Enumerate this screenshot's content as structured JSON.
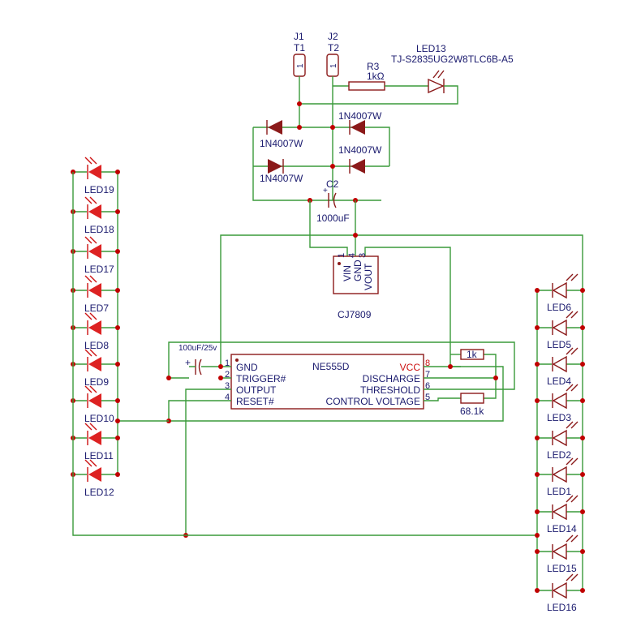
{
  "connectors": [
    {
      "ref": "J1",
      "value": "T1",
      "pin": "1"
    },
    {
      "ref": "J2",
      "value": "T2",
      "pin": "1"
    }
  ],
  "resistors": [
    {
      "ref": "R3",
      "value": "1kΩ"
    },
    {
      "ref": "",
      "value": "1k"
    },
    {
      "ref": "",
      "value": "68.1k"
    }
  ],
  "led13": {
    "ref": "LED13",
    "part": "TJ-S2835UG2W8TLC6B-A5"
  },
  "diodes": [
    "1N4007W",
    "1N4007W",
    "1N4007W",
    "1N4007W"
  ],
  "capacitors": [
    {
      "ref": "C2",
      "value": "1000uF"
    },
    {
      "ref": "",
      "value": "100uF/25v"
    }
  ],
  "regulator": {
    "name": "CJ7809",
    "pins": [
      "VIN",
      "GND",
      "VOUT"
    ],
    "pin_numbers": [
      "1",
      "4",
      "3"
    ]
  },
  "timer": {
    "name": "NE555D",
    "left_pins": [
      {
        "num": "1",
        "label": "GND"
      },
      {
        "num": "2",
        "label": "TRIGGER#"
      },
      {
        "num": "3",
        "label": "OUTPUT"
      },
      {
        "num": "4",
        "label": "RESET#"
      }
    ],
    "right_pins": [
      {
        "num": "8",
        "label": "VCC"
      },
      {
        "num": "7",
        "label": "DISCHARGE"
      },
      {
        "num": "6",
        "label": "THRESHOLD"
      },
      {
        "num": "5",
        "label": "CONTROL VOLTAGE"
      }
    ]
  },
  "left_leds": [
    "LED19",
    "LED18",
    "LED17",
    "LED7",
    "LED8",
    "LED9",
    "LED10",
    "LED11",
    "LED12"
  ],
  "right_leds": [
    "LED6",
    "LED5",
    "LED4",
    "LED3",
    "LED2",
    "LED1",
    "LED14",
    "LED15",
    "LED16"
  ],
  "colors": {
    "wire": "#3a9a3a",
    "component": "#8b1a1a",
    "led_fill": "#dd2222",
    "junction": "#c00000",
    "text": "#1a1a6e"
  }
}
